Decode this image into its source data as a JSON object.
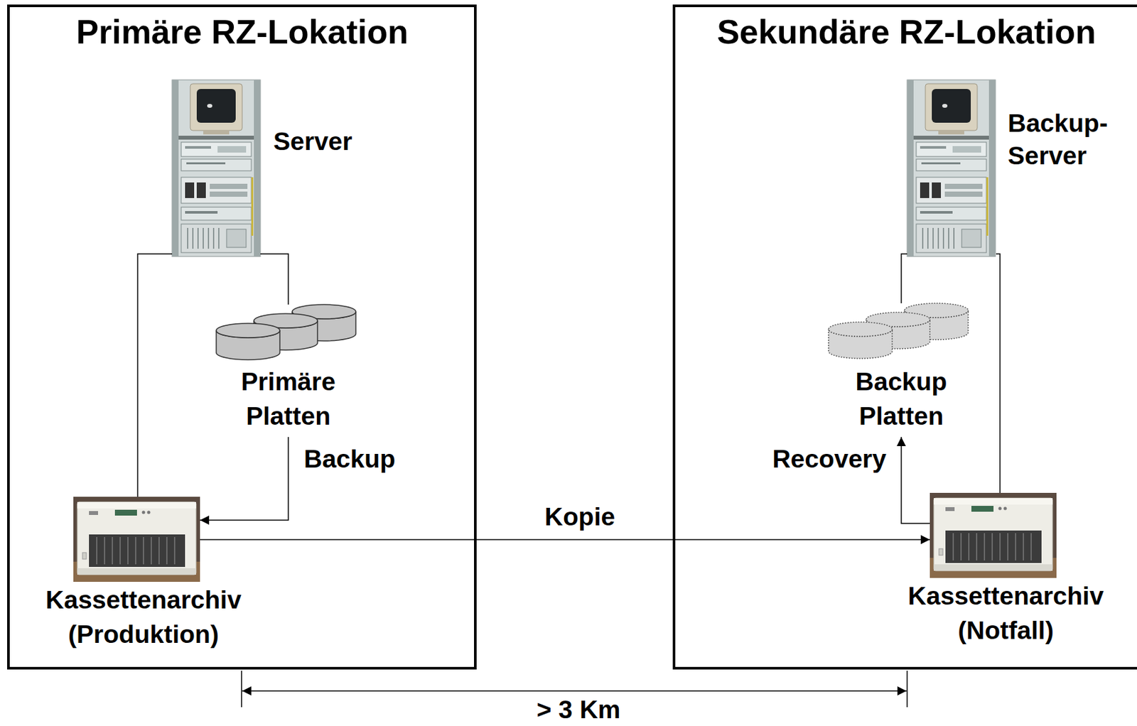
{
  "diagram": {
    "nodes": [
      {
        "text": [
          "Primäre RZ-Lokation"
        ]
      },
      {
        "text": [
          "Server"
        ],
        "in": 0
      },
      {
        "text": [
          "Primäre Platten"
        ],
        "in": 0
      },
      {
        "text": [
          "Kassettenarchiv (Produktion)"
        ],
        "in": 0
      },
      {
        "text": [
          "Sekundäre RZ-Lokation"
        ]
      },
      {
        "text": [
          "Backup-Server"
        ],
        "in": 4
      },
      {
        "text": [
          "Backup Platten"
        ],
        "in": 4
      },
      {
        "text": [
          "Kassettenarchiv (Notfall)"
        ],
        "in": 4
      }
    ],
    "edges": [
      {
        "from": 1,
        "to": 3,
        "arrow": "none"
      },
      {
        "from": 1,
        "to": 2,
        "arrow": "none"
      },
      {
        "from": 2,
        "to": 3,
        "label": "Backup",
        "arrow": "to"
      },
      {
        "from": 3,
        "to": 7,
        "label": "Kopie",
        "arrow": "to"
      },
      {
        "from": 7,
        "to": 6,
        "label": "Recovery",
        "arrow": "to"
      },
      {
        "from": 5,
        "to": 6,
        "arrow": "none"
      },
      {
        "from": 5,
        "to": 7,
        "arrow": "none"
      }
    ],
    "labels": [
      "> 3 Km"
    ]
  }
}
